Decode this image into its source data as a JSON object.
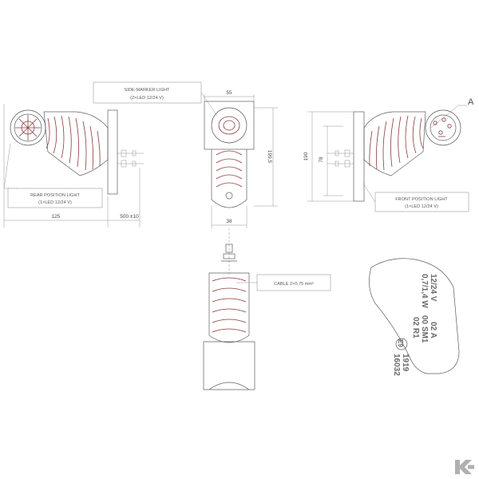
{
  "labels": {
    "side_marker_title": "SIDE-MARKER LIGHT",
    "side_marker_spec": "(2×LED 12/24 V)",
    "rear_title": "REAR POSITION LIGHT",
    "rear_spec": "(1×LED 12/24 V)",
    "front_title": "FRONT POSITION LIGHT",
    "front_spec": "(1×LED 12/24 V)",
    "cable": "CABLE 2×0,75 mm²",
    "section_mark": "A"
  },
  "dimensions": {
    "left_width": "125",
    "cable_length": "500 ±10",
    "top_width": "55",
    "mid_height": "199,5",
    "bottom_width": "38",
    "right_height_outer": "190",
    "right_height_inner": "78"
  },
  "embossing": {
    "line1": "12/24 V",
    "line2": "0,7/1,4 W",
    "line3": "02 A",
    "line4": "00 SM1",
    "line5": "02 R1",
    "mark": "E9",
    "line6": "1919",
    "line7": "16032"
  },
  "colors": {
    "outline": "#5c5c5c",
    "accent": "#8a3a3a",
    "logo": "#b0b0b0"
  }
}
